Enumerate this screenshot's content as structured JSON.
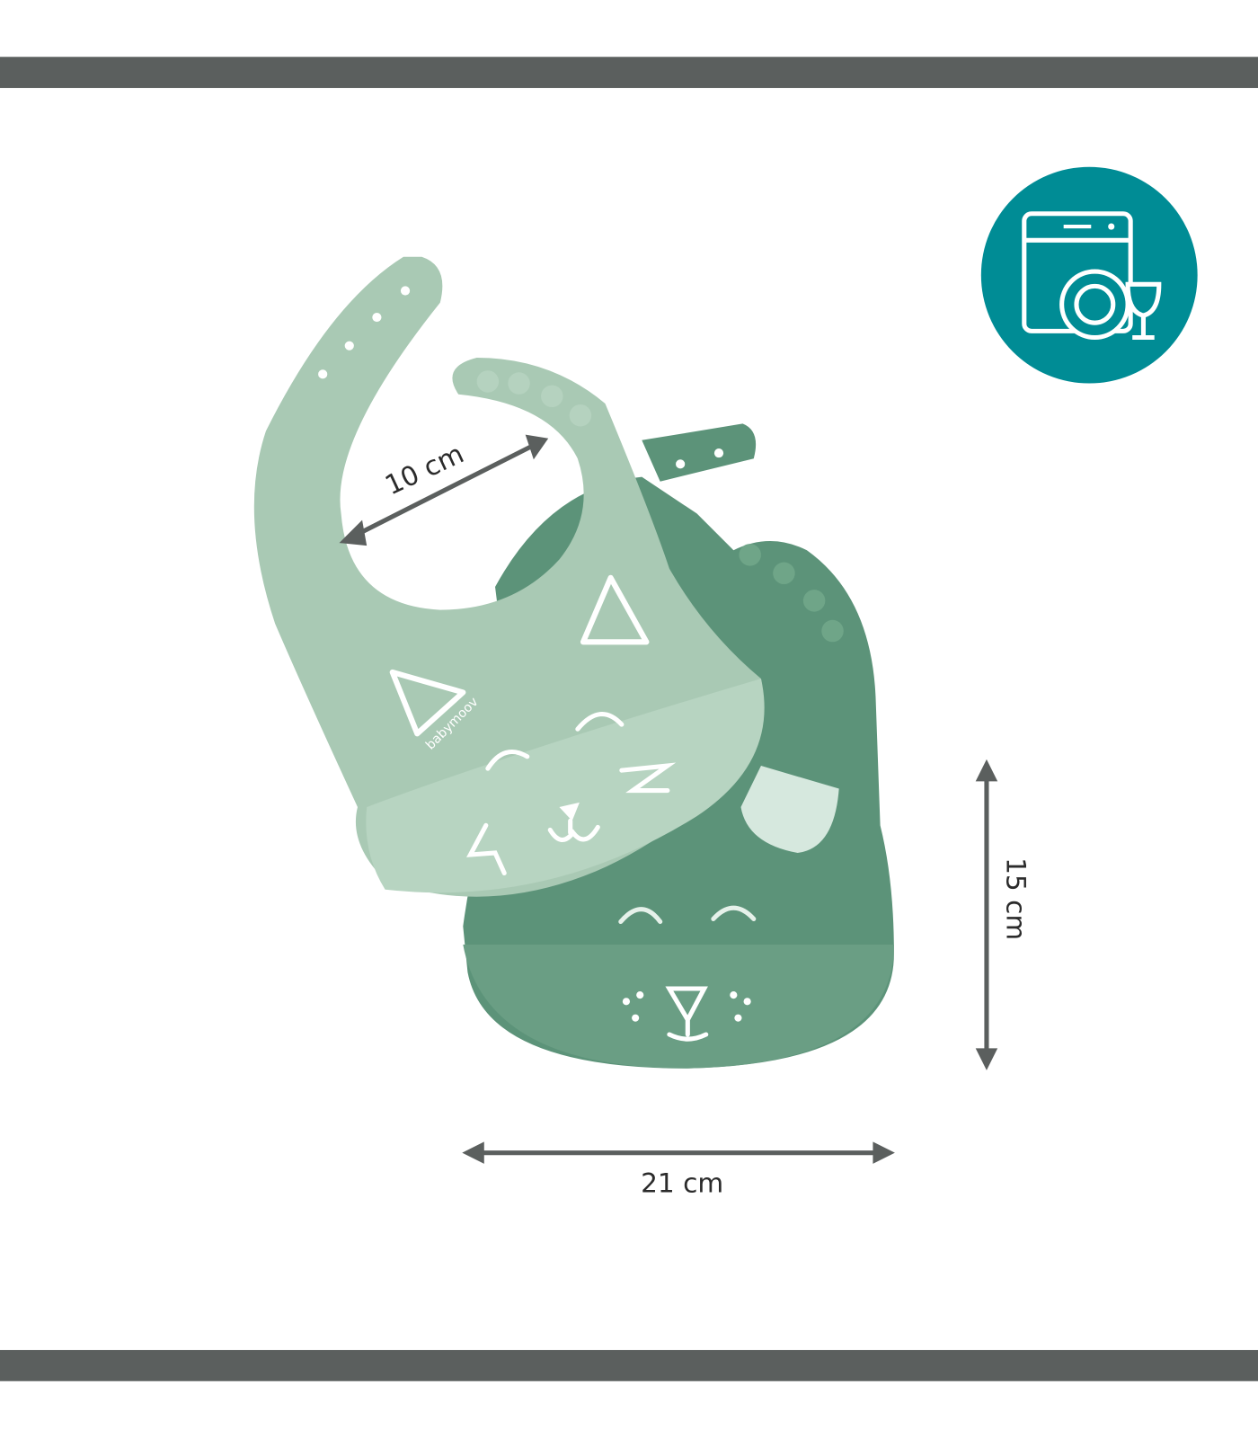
{
  "dimensions": {
    "neck": "10 cm",
    "height": "15 cm",
    "width": "21 cm"
  },
  "brand_logo": "babymoov",
  "icons": {
    "dishwasher": "dishwasher-safe-icon"
  },
  "colors": {
    "bar": "#5b5f5e",
    "light_bib": "#a9c9b4",
    "dark_bib": "#5c9379",
    "badge": "#008c95",
    "arrow": "#5b5f5e"
  }
}
